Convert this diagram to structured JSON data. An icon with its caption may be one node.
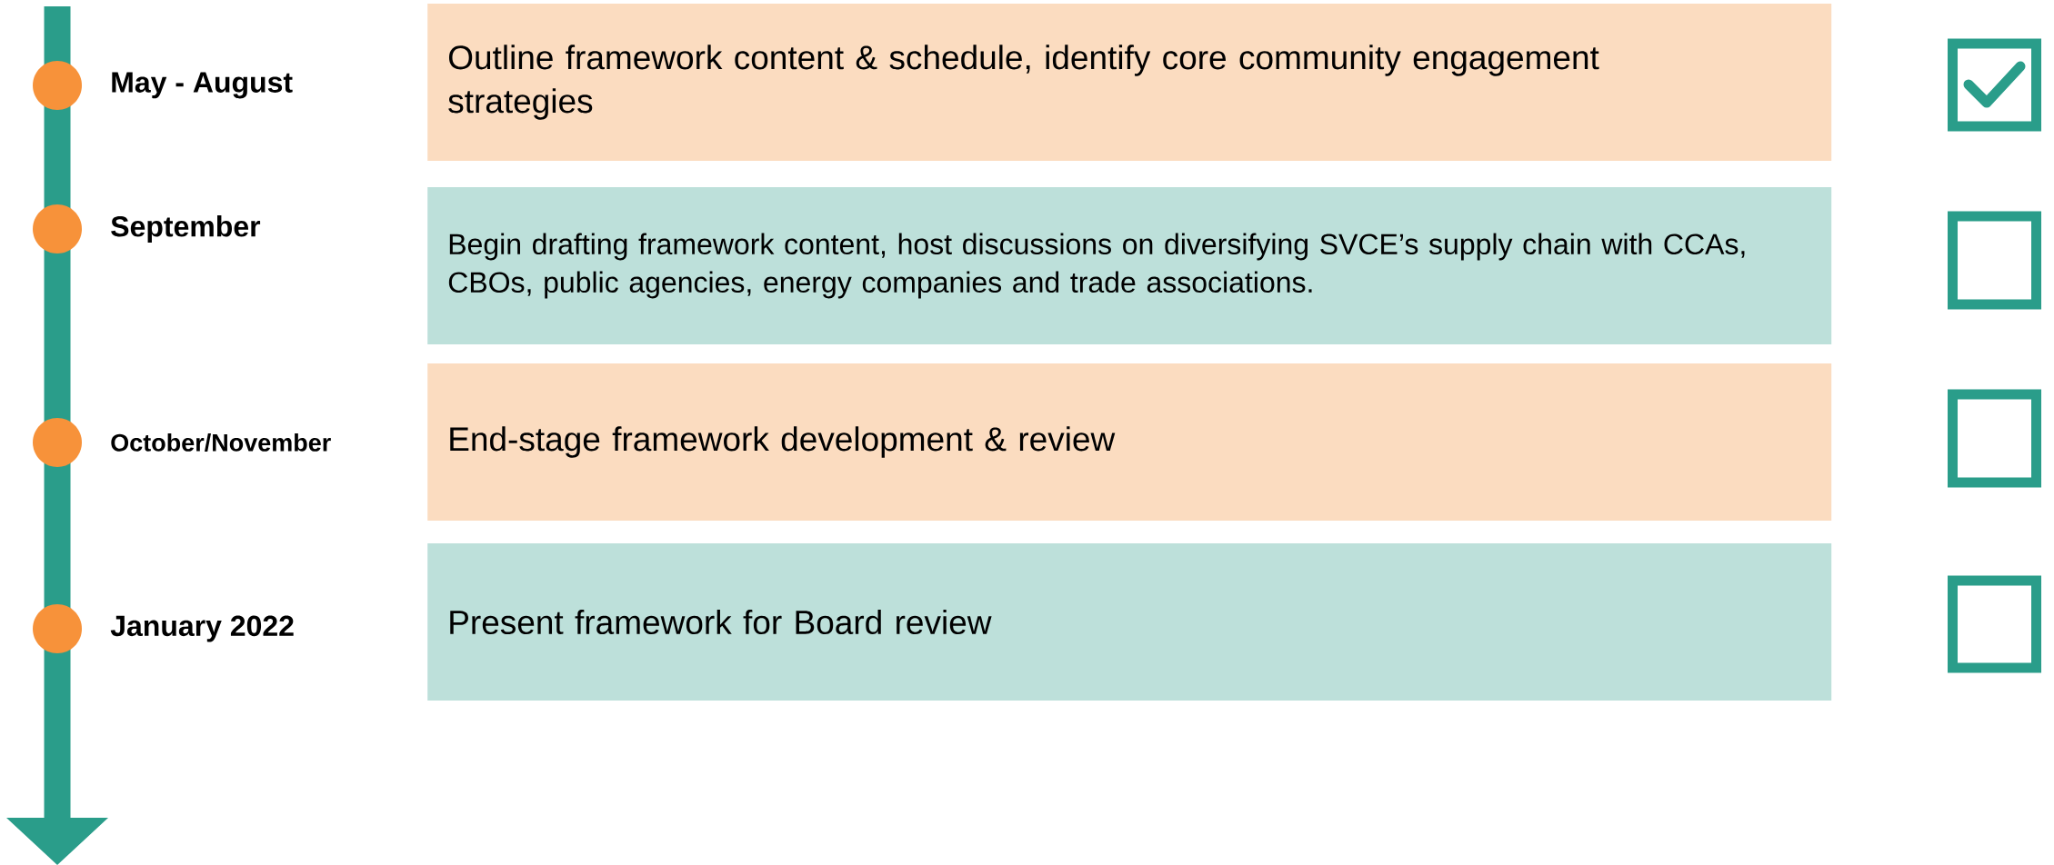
{
  "diagram": {
    "nodes": [
      {
        "text": [],
        "shape": "circle",
        "beside": [
          "May - August"
        ]
      },
      {
        "text": [
          "Outline framework content & schedule, identify core community engagement strategies"
        ]
      },
      {
        "text": [],
        "shape": "circle",
        "beside": [
          "September"
        ]
      },
      {
        "text": [
          "Begin drafting framework content, host discussions on diversifying SVCE’s supply chain with CCAs, CBOs, public agencies, energy companies and trade associations."
        ]
      },
      {
        "text": [],
        "shape": "circle",
        "beside": [
          "October/November"
        ]
      },
      {
        "text": [
          "End-stage framework development & review"
        ]
      },
      {
        "text": [],
        "shape": "circle",
        "beside": [
          "January 2022"
        ]
      },
      {
        "text": [
          "Present framework for Board review"
        ]
      }
    ]
  }
}
